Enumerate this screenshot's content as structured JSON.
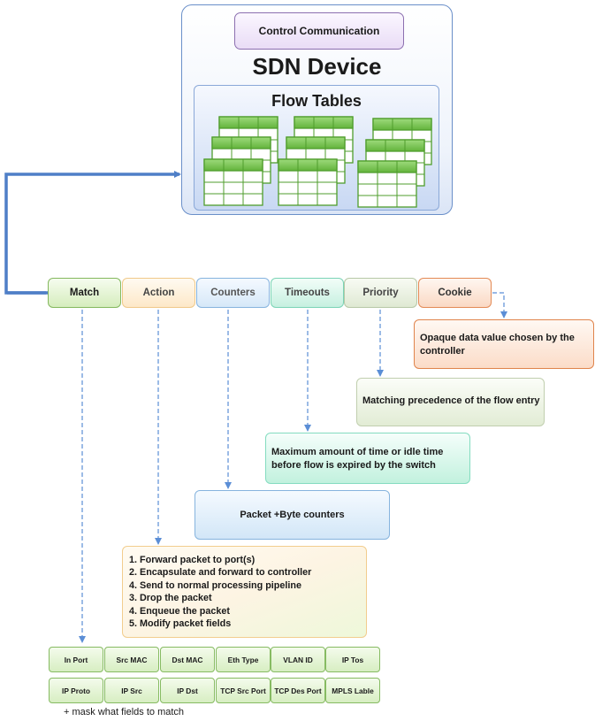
{
  "device": {
    "control_label": "Control Communication",
    "title": "SDN Device",
    "flow_tables_label": "Flow Tables"
  },
  "fields": [
    {
      "label": "Match"
    },
    {
      "label": "Action"
    },
    {
      "label": "Counters"
    },
    {
      "label": "Timeouts"
    },
    {
      "label": "Priority"
    },
    {
      "label": "Cookie"
    }
  ],
  "descriptions": {
    "cookie": [
      "Opaque data value chosen by the",
      "controller"
    ],
    "priority": "Matching precedence of the flow entry",
    "timeouts": [
      "Maximum amount of time or idle time",
      "before flow is expired by the switch"
    ],
    "counters": "Packet +Byte counters",
    "actions": [
      "1. Forward packet to port(s)",
      "2. Encapsulate and forward to controller",
      "4. Send to normal processing pipeline",
      "3. Drop the packet",
      "4. Enqueue the packet",
      "5. Modify packet fields"
    ]
  },
  "match_fields": {
    "row1": [
      "In Port",
      "Src MAC",
      "Dst MAC",
      "Eth Type",
      "VLAN ID",
      "IP Tos"
    ],
    "row2": [
      "IP Proto",
      "IP Src",
      "IP Dst",
      "TCP Src Port",
      "TCP Des Port",
      "MPLS Lable"
    ]
  },
  "mask_note": "+ mask what fields to match",
  "colors": {
    "connector_blue": "#4f7fc7",
    "table_green": "#5aa832",
    "table_header": "#7cc85a"
  }
}
